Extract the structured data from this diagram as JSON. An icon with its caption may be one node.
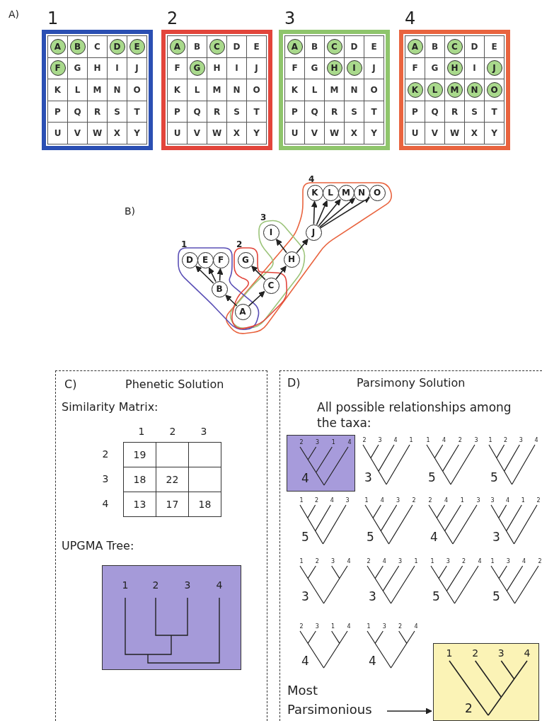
{
  "diagram": {
    "nodes": [
      {
        "text": [
          "1"
        ]
      },
      {
        "text": [],
        "shape": "box",
        "in": 0
      },
      {
        "text": [
          "A"
        ],
        "in": 1
      },
      {
        "text": [],
        "shape": "box",
        "in": 0
      },
      {
        "text": [
          "B"
        ],
        "in": 3
      },
      {
        "text": [
          "C"
        ],
        "in": 0
      },
      {
        "text": [],
        "shape": "box",
        "in": 0
      },
      {
        "text": [
          "D"
        ],
        "in": 6
      },
      {
        "text": [],
        "shape": "box",
        "in": 0
      },
      {
        "text": [
          "E"
        ],
        "in": 8
      },
      {
        "text": [],
        "shape": "box",
        "in": 0
      },
      {
        "text": [
          "F"
        ],
        "in": 10
      },
      {
        "text": [
          "G"
        ],
        "in": 0
      },
      {
        "text": [
          "H"
        ],
        "in": 0
      },
      {
        "text": [
          "I"
        ],
        "in": 0
      },
      {
        "text": [
          "J"
        ],
        "in": 0
      },
      {
        "text": [
          "K"
        ],
        "in": 0
      },
      {
        "text": [
          "L"
        ],
        "in": 0
      },
      {
        "text": [
          "M"
        ],
        "in": 0
      },
      {
        "text": [
          "N"
        ],
        "in": 0
      },
      {
        "text": [
          "O"
        ],
        "in": 0
      },
      {
        "text": [
          "P"
        ],
        "in": 0
      },
      {
        "text": [
          "Q"
        ],
        "in": 0
      },
      {
        "text": [
          "R"
        ],
        "in": 0
      },
      {
        "text": [
          "S"
        ],
        "in": 0
      },
      {
        "text": [
          "T"
        ],
        "in": 0
      },
      {
        "text": [
          "U"
        ],
        "in": 0
      },
      {
        "text": [
          "V"
        ],
        "in": 0
      },
      {
        "text": [
          "W"
        ],
        "in": 0
      },
      {
        "text": [
          "X"
        ],
        "in": 0
      },
      {
        "text": [
          "Y"
        ],
        "in": 0
      },
      {
        "text": [
          "2"
        ]
      },
      {
        "text": [],
        "shape": "box",
        "in": 31
      },
      {
        "text": [
          "A"
        ],
        "in": 32
      },
      {
        "text": [
          "B"
        ],
        "in": 31
      },
      {
        "text": [],
        "shape": "box",
        "in": 31
      },
      {
        "text": [
          "C"
        ],
        "in": 35
      },
      {
        "text": [
          "D"
        ],
        "in": 31
      },
      {
        "text": [
          "E"
        ],
        "in": 31
      },
      {
        "text": [
          "F"
        ],
        "in": 31
      },
      {
        "text": [],
        "shape": "box",
        "in": 31
      },
      {
        "text": [
          "G"
        ],
        "in": 40
      },
      {
        "text": [
          "H"
        ],
        "in": 31
      },
      {
        "text": [
          "I"
        ],
        "in": 31
      },
      {
        "text": [
          "J"
        ],
        "in": 31
      },
      {
        "text": [
          "K"
        ],
        "in": 31
      },
      {
        "text": [
          "L"
        ],
        "in": 31
      },
      {
        "text": [
          "M"
        ],
        "in": 31
      },
      {
        "text": [
          "N"
        ],
        "in": 31
      },
      {
        "text": [
          "O"
        ],
        "in": 31
      },
      {
        "text": [
          "P"
        ],
        "in": 31
      },
      {
        "text": [
          "Q"
        ],
        "in": 31
      },
      {
        "text": [
          "R"
        ],
        "in": 31
      },
      {
        "text": [
          "S"
        ],
        "in": 31
      },
      {
        "text": [
          "T"
        ],
        "in": 31
      },
      {
        "text": [
          "U"
        ],
        "in": 31
      },
      {
        "text": [
          "V"
        ],
        "in": 31
      },
      {
        "text": [
          "W"
        ],
        "in": 31
      },
      {
        "text": [
          "X"
        ],
        "in": 31
      },
      {
        "text": [
          "Y"
        ],
        "in": 31
      },
      {
        "text": [
          "3"
        ]
      },
      {
        "text": [],
        "shape": "box",
        "in": 60
      },
      {
        "text": [
          "A"
        ],
        "in": 61
      },
      {
        "text": [
          "B"
        ],
        "in": 60
      },
      {
        "text": [],
        "shape": "box",
        "in": 60
      },
      {
        "text": [
          "C"
        ],
        "in": 64
      },
      {
        "text": [
          "D"
        ],
        "in": 60
      },
      {
        "text": [
          "E"
        ],
        "in": 60
      },
      {
        "text": [
          "F"
        ],
        "in": 60
      },
      {
        "text": [
          "G"
        ],
        "in": 60
      },
      {
        "text": [],
        "shape": "box",
        "in": 60
      },
      {
        "text": [
          "H"
        ],
        "in": 70
      },
      {
        "text": [],
        "shape": "box",
        "in": 60
      },
      {
        "text": [
          "I"
        ],
        "in": 72
      },
      {
        "text": [
          "J"
        ],
        "in": 60
      },
      {
        "text": [
          "K"
        ],
        "in": 60
      },
      {
        "text": [
          "L"
        ],
        "in": 60
      },
      {
        "text": [
          "M"
        ],
        "in": 60
      },
      {
        "text": [
          "N"
        ],
        "in": 60
      },
      {
        "text": [
          "O"
        ],
        "in": 60
      },
      {
        "text": [
          "P"
        ],
        "in": 60
      },
      {
        "text": [
          "Q"
        ],
        "in": 60
      },
      {
        "text": [
          "R"
        ],
        "in": 60
      },
      {
        "text": [
          "S"
        ],
        "in": 60
      },
      {
        "text": [
          "T"
        ],
        "in": 60
      },
      {
        "text": [
          "U"
        ],
        "in": 60
      },
      {
        "text": [
          "V"
        ],
        "in": 60
      },
      {
        "text": [
          "W"
        ],
        "in": 60
      },
      {
        "text": [
          "X"
        ],
        "in": 60
      },
      {
        "text": [
          "Y"
        ],
        "in": 60
      },
      {
        "text": [
          "4"
        ]
      },
      {
        "text": [],
        "shape": "box",
        "in": 90
      },
      {
        "text": [
          "A"
        ],
        "in": 91
      },
      {
        "text": [
          "B"
        ],
        "in": 90
      },
      {
        "text": [],
        "shape": "box",
        "in": 90
      },
      {
        "text": [
          "C"
        ],
        "in": 94
      },
      {
        "text": [
          "D"
        ],
        "in": 90
      },
      {
        "text": [
          "E"
        ],
        "in": 90
      },
      {
        "text": [
          "F"
        ],
        "in": 90
      },
      {
        "text": [
          "G"
        ],
        "in": 90
      },
      {
        "text": [],
        "shape": "box",
        "in": 90
      },
      {
        "text": [
          "H"
        ],
        "in": 100
      },
      {
        "text": [
          "I"
        ],
        "in": 90
      },
      {
        "text": [],
        "shape": "box",
        "in": 90
      },
      {
        "text": [
          "J"
        ],
        "in": 103
      },
      {
        "text": [],
        "shape": "box",
        "in": 90
      },
      {
        "text": [
          "K"
        ],
        "in": 105
      },
      {
        "text": [],
        "shape": "box",
        "in": 90
      },
      {
        "text": [
          "L"
        ],
        "in": 107
      },
      {
        "text": [],
        "shape": "box",
        "in": 90
      },
      {
        "text": [
          "M"
        ],
        "in": 109
      },
      {
        "text": [],
        "shape": "box",
        "in": 90
      },
      {
        "text": [
          "N"
        ],
        "in": 111
      },
      {
        "text": [],
        "shape": "box",
        "in": 90
      },
      {
        "text": [
          "O"
        ],
        "in": 113
      },
      {
        "text": [
          "P"
        ],
        "in": 90
      },
      {
        "text": [
          "Q"
        ],
        "in": 90
      },
      {
        "text": [
          "R"
        ],
        "in": 90
      },
      {
        "text": [
          "S"
        ],
        "in": 90
      },
      {
        "text": [
          "T"
        ],
        "in": 90
      },
      {
        "text": [
          "U"
        ],
        "in": 90
      },
      {
        "text": [
          "V"
        ],
        "in": 90
      },
      {
        "text": [
          "W"
        ],
        "in": 90
      },
      {
        "text": [
          "X"
        ],
        "in": 90
      },
      {
        "text": [
          "Y"
        ],
        "in": 90
      },
      {
        "text": [
          "A"
        ]
      },
      {
        "text": [
          "B"
        ]
      },
      {
        "text": [
          "C"
        ]
      },
      {
        "text": [
          "D"
        ]
      },
      {
        "text": [
          "E"
        ]
      },
      {
        "text": [
          "F"
        ]
      },
      {
        "text": [
          "G"
        ]
      },
      {
        "text": [
          "H"
        ]
      },
      {
        "text": [
          "I"
        ]
      },
      {
        "text": [
          "J"
        ]
      },
      {
        "text": [
          "K"
        ]
      },
      {
        "text": [
          "L"
        ]
      },
      {
        "text": [
          "M"
        ]
      },
      {
        "text": [
          "N"
        ]
      },
      {
        "text": [
          "O"
        ]
      },
      {
        "text": [
          "C)",
          "Phenetic Solution",
          "Similarity Matrix:",
          "UPGMA Tree:"
        ]
      },
      {
        "text": [
          "1",
          "2",
          "3",
          "4"
        ],
        "in": 140
      },
      {
        "text": [
          "D)",
          "Parsimony Solution",
          "All possible relationships among the taxa:"
        ]
      },
      {
        "text": [
          "2",
          "3",
          "1",
          "4",
          "4"
        ],
        "in": 142
      },
      {
        "text": [
          "1",
          "2",
          "3",
          "4",
          "2"
        ],
        "in": 142
      },
      {
        "text": [
          "Most Parsimonious"
        ],
        "in": 142
      }
    ],
    "edges": [
      {
        "from": 125,
        "to": 126,
        "arrow": "to"
      },
      {
        "from": 125,
        "to": 127,
        "arrow": "to"
      },
      {
        "from": 126,
        "to": 128,
        "arrow": "to"
      },
      {
        "from": 126,
        "to": 129,
        "arrow": "to"
      },
      {
        "from": 126,
        "to": 130,
        "arrow": "to"
      },
      {
        "from": 127,
        "to": 131,
        "arrow": "to"
      },
      {
        "from": 127,
        "to": 132,
        "arrow": "to"
      },
      {
        "from": 132,
        "to": 133,
        "arrow": "to"
      },
      {
        "from": 132,
        "to": 134,
        "arrow": "to"
      },
      {
        "from": 134,
        "to": 135,
        "arrow": "to"
      },
      {
        "from": 134,
        "to": 136,
        "arrow": "to"
      },
      {
        "from": 134,
        "to": 137,
        "arrow": "to"
      },
      {
        "from": 134,
        "to": 138,
        "arrow": "to"
      },
      {
        "from": 134,
        "to": 139,
        "arrow": "to"
      },
      {
        "from": 145,
        "to": 144,
        "arrow": "to"
      }
    ],
    "labels": [
      "A)",
      "B)",
      "4",
      "3",
      "1",
      "2",
      "1",
      "2",
      "3",
      "2",
      "19",
      "3",
      "18",
      "22",
      "4",
      "13",
      "17",
      "18",
      "2",
      "3",
      "4",
      "1",
      "3",
      "1",
      "4",
      "2",
      "3",
      "5",
      "1",
      "2",
      "3",
      "4",
      "5",
      "1",
      "2",
      "4",
      "3",
      "5",
      "1",
      "4",
      "3",
      "2",
      "5",
      "2",
      "4",
      "1",
      "3",
      "4",
      "3",
      "4",
      "1",
      "2",
      "3",
      "1",
      "2",
      "3",
      "4",
      "3",
      "2",
      "4",
      "3",
      "1",
      "3",
      "1",
      "3",
      "2",
      "4",
      "5",
      "1",
      "3",
      "4",
      "2",
      "5",
      "2",
      "3",
      "1",
      "4",
      "4",
      "1",
      "3",
      "2",
      "4",
      "4"
    ]
  }
}
